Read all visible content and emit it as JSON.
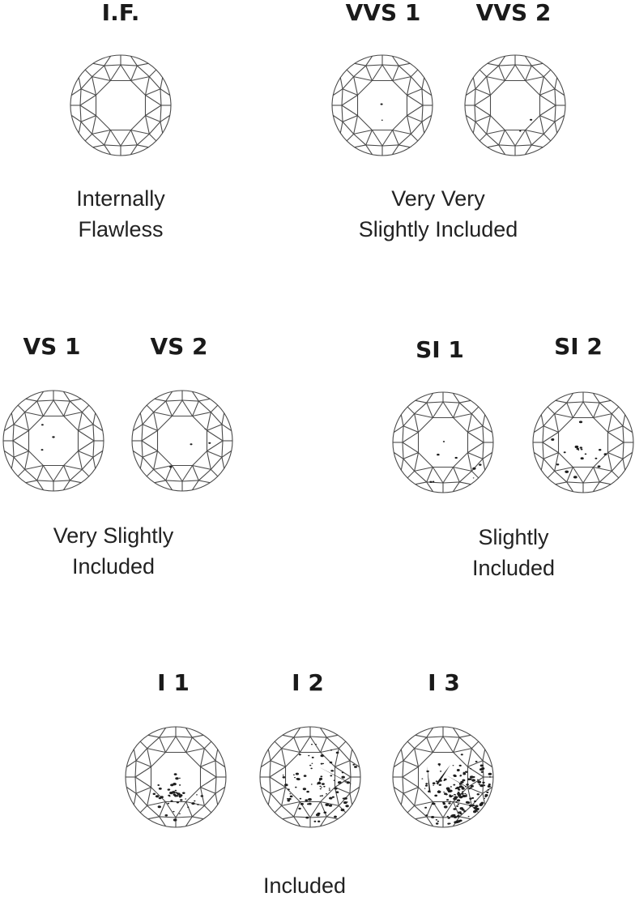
{
  "grades": [
    {
      "id": "if",
      "title": "I.F.",
      "inclusion_level": 0
    },
    {
      "id": "vvs1",
      "title": "VVS 1",
      "inclusion_level": 1
    },
    {
      "id": "vvs2",
      "title": "VVS 2",
      "inclusion_level": 1
    },
    {
      "id": "vs1",
      "title": "VS 1",
      "inclusion_level": 2
    },
    {
      "id": "vs2",
      "title": "VS 2",
      "inclusion_level": 2
    },
    {
      "id": "si1",
      "title": "SI 1",
      "inclusion_level": 3
    },
    {
      "id": "si2",
      "title": "SI 2",
      "inclusion_level": 4
    },
    {
      "id": "i1",
      "title": "I 1",
      "inclusion_level": 5
    },
    {
      "id": "i2",
      "title": "I 2",
      "inclusion_level": 6
    },
    {
      "id": "i3",
      "title": "I 3",
      "inclusion_level": 7
    }
  ],
  "groups": {
    "internally_flawless": {
      "line1": "Internally",
      "line2": "Flawless"
    },
    "vvs": {
      "line1": "Very Very",
      "line2": "Slightly Included"
    },
    "vs": {
      "line1": "Very Slightly",
      "line2": "Included"
    },
    "si": {
      "line1": "Slightly",
      "line2": "Included"
    },
    "included": {
      "line1": "Included"
    }
  },
  "colors": {
    "outline": "#4a4a4a",
    "inclusion": "#1e1e1e",
    "text": "#222222"
  }
}
